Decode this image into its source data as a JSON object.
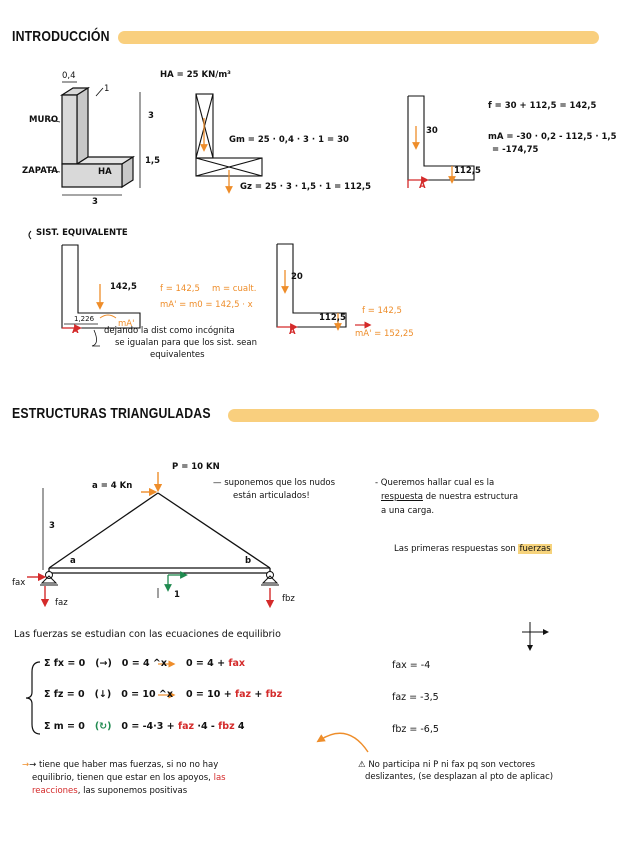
{
  "sections": {
    "intro_title": "INTRODUCCIÓN",
    "truss_title": "ESTRUCTURAS TRIANGULADAS"
  },
  "intro": {
    "gamma": "HA = 25 KN/m³",
    "dim_top": "0,4",
    "dim_thick": "1",
    "dim_height": "3",
    "dim_base_h": "1,5",
    "dim_width": "3",
    "label_muro": "MURO",
    "label_zapata": "ZAPATA",
    "label_ha": "HA",
    "weight_m": "Gm = 25 · 0,4 · 3 · 1 = 30",
    "weight_z": "Gz = 25 · 3 · 1,5 · 1 = 112,5",
    "load_30": "30",
    "load_1125": "112,5",
    "point_a": "A",
    "f_total": "f = 30 + 112,5 = 142,5",
    "m_a": "mA = -30 · 0,2 - 112,5 · 1,5",
    "m_a_result": "= -174,75",
    "equiv_title": "SIST. EQUIVALENTE",
    "equiv_load": "142,5",
    "equiv_x": "1,226",
    "equiv_ma": "mA'",
    "equiv_f": "f = 142,5",
    "equiv_m": "m = cualt.",
    "equiv_mx": "mA' = m0 = 142,5 · x",
    "equiv_note_1": "dejando la dist como incógnita",
    "equiv_note_2": "se igualan para que los sist. sean",
    "equiv_note_3": "equivalentes",
    "r_load_20": "20",
    "r_load_1125": "112,5",
    "r_f": "f = 142,5",
    "r_m": "mA' = 152,25"
  },
  "truss": {
    "load_left": "a = 4 Kn",
    "load_p": "P = 10 KN",
    "assume_1": "— suponemos que los nudos",
    "assume_2": "están articulados!",
    "q1": "- Queremos hallar cual es la",
    "q2_a": "respuesta",
    "q2_b": " de nuestra estructura",
    "q3": "a una carga.",
    "q4_a": "Las primeras respuestas son ",
    "q4_b": "fuerzas",
    "height": "3",
    "node_a": "a",
    "node_b": "b",
    "span": "1",
    "fax": "fax",
    "faz": "faz",
    "fbz": "fbz"
  },
  "equilibrium": {
    "intro": "Las fuerzas se estudian con las ecuaciones de equilibrio",
    "rows": [
      {
        "sum": "Σ fx = 0",
        "dir": "(→)",
        "mid": "0 = 4 ^x",
        "eq_a": "0 = 4 + ",
        "r1": "fax",
        "r2": "",
        "r3": "",
        "result": "fax = -4"
      },
      {
        "sum": "Σ fz = 0",
        "dir": "(↓)",
        "mid": "0 = 10 ^x",
        "eq_a": "0 = 10 + ",
        "r1": "faz",
        "r2": " + ",
        "r3": "fbz",
        "result": "faz = -3,5"
      },
      {
        "sum": "Σ m = 0",
        "dir": "(↻)",
        "mid": "0 = -4·3 + ",
        "eq_a": "",
        "r1": "faz",
        "r2": " ·4 - ",
        "r3": "fbz",
        "r4": " 4",
        "result": "fbz = -6,5"
      }
    ],
    "note_l1": "→ tiene que haber mas fuerzas, si no no hay",
    "note_l2": "equilibrio, tienen que estar en los apoyos,",
    "note_l2_red": "las",
    "note_l3_red": "reacciones",
    "note_l3": ", las suponemos positivas",
    "note_r1": "⚠ No participa ni P ni fax pq son vectores",
    "note_r2": "deslizantes, (se desplazan al pto de aplicac)"
  },
  "colors": {
    "orange": "#ee8d2a",
    "red": "#d42a2a",
    "green": "#1f8a4f",
    "highlight": "#f9cf7e"
  }
}
